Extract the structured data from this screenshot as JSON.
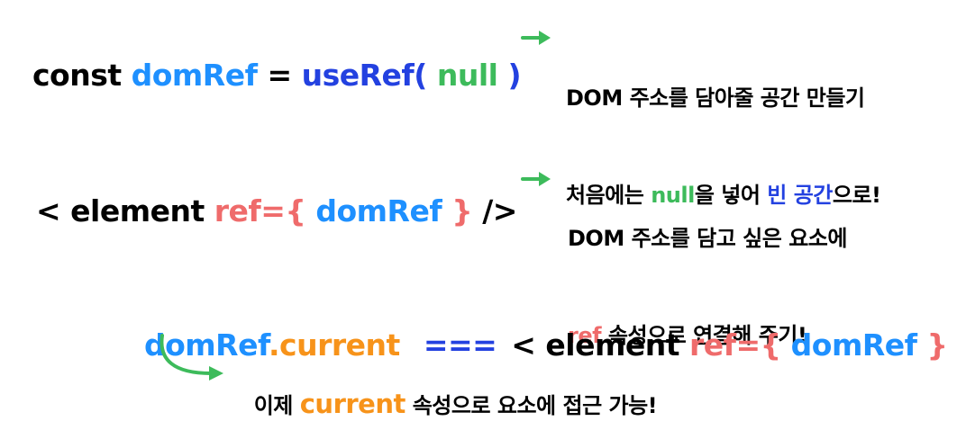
{
  "colors": {
    "black": "#000000",
    "blue": "#1e90ff",
    "navy": "#2341e0",
    "green": "#3dbb5b",
    "red": "#ef6b6b",
    "orange": "#f7931a",
    "arrow": "#3dbb5b"
  },
  "line1": {
    "code": {
      "kw": "const ",
      "var": "domRef",
      "eq": " = ",
      "fn": "useRef(",
      "arg": " null ",
      "close": ")"
    },
    "note": {
      "l1": "DOM 주소를 담아줄 공간 만들기",
      "l2a": "처음에는 ",
      "l2b": "null",
      "l2c": "을 넣어 ",
      "l2d": "빈 공간",
      "l2e": "으로!"
    }
  },
  "line2": {
    "code": {
      "open": "< element ",
      "attr": "ref={",
      "var": " domRef ",
      "brace": "}",
      "close": " />"
    },
    "note": {
      "l1": "DOM 주소를 담고 싶은 요소에",
      "l2a": "ref",
      "l2b": " 속성으로 연결해 주기!"
    }
  },
  "line3": {
    "code": {
      "var": "domRef",
      "prop": ".current",
      "op": "===",
      "open": "< element ",
      "attr": "ref={",
      "var2": " domRef ",
      "brace": "}",
      "close": " />"
    },
    "note": {
      "a": "이제 ",
      "b": "current",
      "c": " 속성으로 요소에 접근 가능!"
    }
  },
  "icons": [
    "arrow-right-icon",
    "arrow-right-icon",
    "curved-arrow-icon"
  ]
}
